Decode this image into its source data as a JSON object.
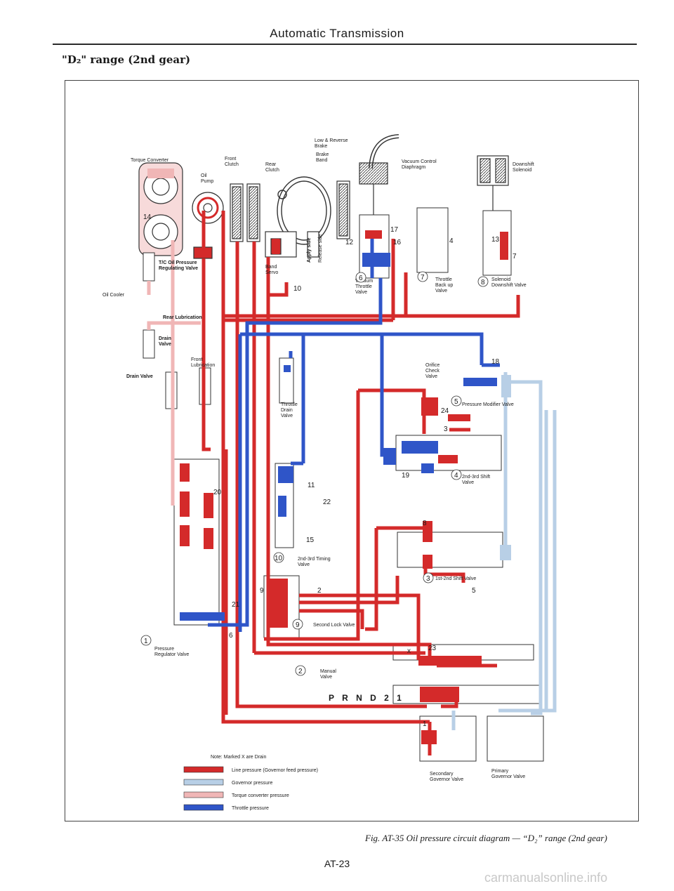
{
  "header": {
    "title": "Automatic Transmission"
  },
  "range_title": "\"D₂\" range (2nd gear)",
  "caption": "Fig. AT-35  Oil pressure circuit diagram — “D₂” range (2nd gear)",
  "page_number": "AT-23",
  "watermark": "carmanualsonline.info",
  "colors": {
    "line_pressure": "#d42a2a",
    "governor_pressure": "#b8cfe6",
    "torque_converter_pressure": "#f0b6b6",
    "throttle_pressure": "#2f55c8"
  },
  "labels": {
    "torque_converter": "Torque Converter",
    "oil_pump": "Oil\nPump",
    "front_clutch": "Front\nClutch",
    "rear_clutch": "Rear\nClutch",
    "low_reverse_brake": "Low & Reverse\nBrake",
    "brake_band": "Brake\nBand",
    "vacuum_control": "Vacuum Control\nDiaphragm",
    "downshift_solenoid": "Downshift\nSolenoid",
    "tc_oil_pressure": "T/C Oil Pressure\nRegulating Valve",
    "band_servo": "Band\nServo",
    "apply_side": "Apply side",
    "release_side": "Release side",
    "oil_cooler": "Oil Cooler",
    "rear_lubrication": "Rear Lubrication",
    "drain_valve_top": "Drain\nValve",
    "front_lubrication": "Front\nLubrication",
    "drain_valve": "Drain Valve",
    "vacuum_throttle": "Vacuum\nThrottle\nValve",
    "throttle_back_up": "Throttle\nBack up\nValve",
    "solenoid_downshift": "Solenoid\nDownshift Valve",
    "orifice_check": "Orifice\nCheck\nValve",
    "pressure_modifier": "Pressure Modifier Valve",
    "throttle_drain": "Throttle\nDrain\nValve",
    "shift_23": "2nd-3rd Shift\nValve",
    "timing_23": "2nd-3rd Timing\nValve",
    "shift_12": "1st-2nd Shift Valve",
    "second_lock": "Second Lock Valve",
    "pressure_regulator": "Pressure\nRegulator Valve",
    "manual_valve": "Manual\nValve",
    "prnd": "P R N D 2 1",
    "secondary_governor": "Secondary\nGovernor Valve",
    "primary_governor": "Primary\nGovernor Valve"
  },
  "valve_numbers": [
    "1",
    "2",
    "3",
    "4",
    "5",
    "6",
    "7",
    "8",
    "9",
    "10"
  ],
  "note": "Note:  Marked X are Drain",
  "legend": [
    {
      "label": "Line pressure (Governor feed pressure)",
      "color": "#d42a2a"
    },
    {
      "label": "Governor pressure",
      "color": "#b8cfe6"
    },
    {
      "label": "Torque converter pressure",
      "color": "#f0b6b6"
    },
    {
      "label": "Throttle pressure",
      "color": "#2f55c8"
    }
  ],
  "port_numbers": [
    "14",
    "17",
    "4",
    "13",
    "12",
    "16",
    "7",
    "10",
    "11",
    "22",
    "18",
    "20",
    "21",
    "6",
    "15",
    "24",
    "19",
    "23",
    "5",
    "3",
    "8",
    "9",
    "2",
    "1",
    "x"
  ]
}
